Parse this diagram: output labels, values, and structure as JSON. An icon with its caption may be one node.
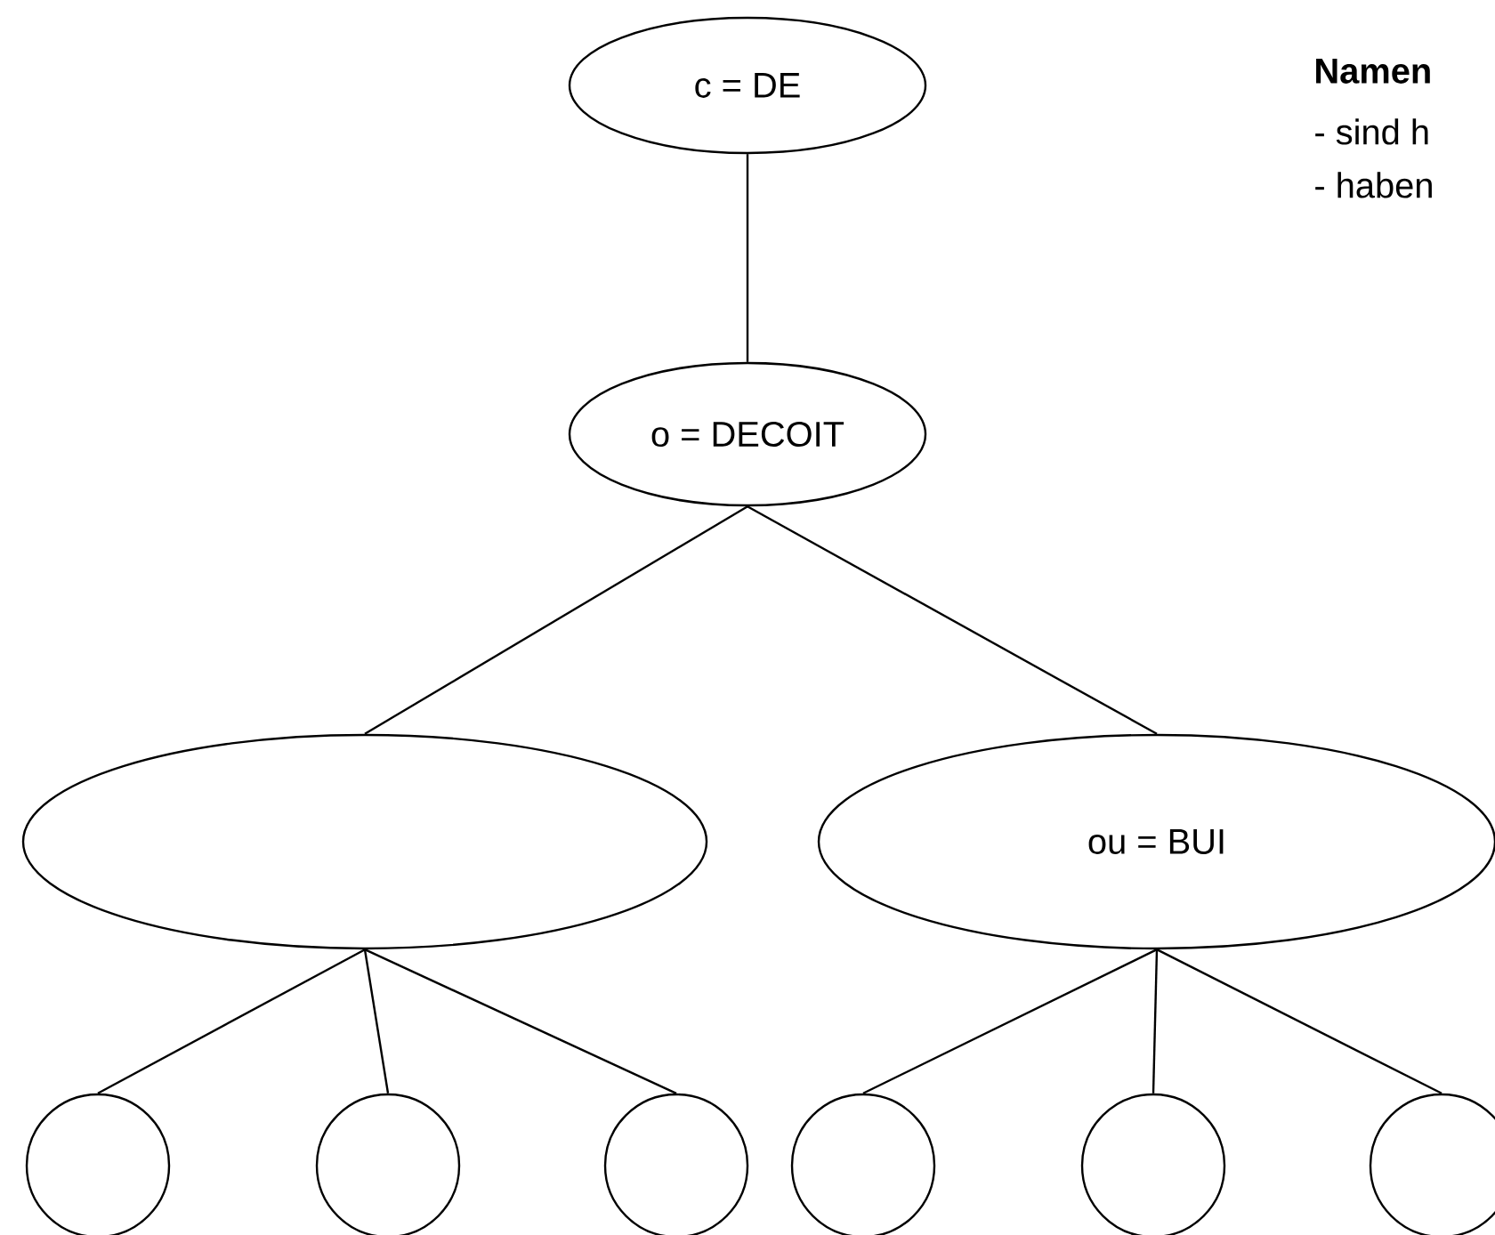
{
  "diagram": {
    "nodes": [
      {
        "text": [
          "c = DE"
        ]
      },
      {
        "text": [
          "o = DECOIT"
        ]
      },
      {
        "text": [],
        "shape": "ellipse"
      },
      {
        "text": [
          "ou = BUI"
        ]
      },
      {
        "text": [],
        "shape": "circle"
      },
      {
        "text": [],
        "shape": "circle"
      },
      {
        "text": [],
        "shape": "circle"
      },
      {
        "text": [],
        "shape": "circle"
      },
      {
        "text": [],
        "shape": "circle"
      },
      {
        "text": [],
        "shape": "circle"
      }
    ],
    "edges": [
      {
        "from": 0,
        "to": 1,
        "arrow": "none"
      },
      {
        "from": 1,
        "to": 2,
        "arrow": "none"
      },
      {
        "from": 1,
        "to": 3,
        "arrow": "none"
      },
      {
        "from": 2,
        "to": 4,
        "arrow": "none"
      },
      {
        "from": 2,
        "to": 5,
        "arrow": "none"
      },
      {
        "from": 2,
        "to": 6,
        "arrow": "none"
      },
      {
        "from": 3,
        "to": 7,
        "arrow": "none"
      },
      {
        "from": 3,
        "to": 8,
        "arrow": "none"
      },
      {
        "from": 3,
        "to": 9,
        "arrow": "none"
      }
    ],
    "labels": [
      "Namen",
      "- sind  h",
      "- haben"
    ]
  }
}
